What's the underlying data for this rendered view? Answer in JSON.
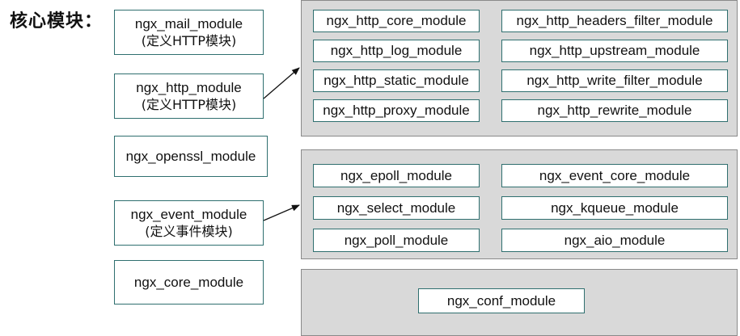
{
  "title": "核心模块：",
  "left_modules": {
    "mail": {
      "name": "ngx_mail_module",
      "desc": "(定义HTTP模块)"
    },
    "http": {
      "name": "ngx_http_module",
      "desc": "(定义HTTP模块)"
    },
    "openssl": {
      "name": "ngx_openssl_module"
    },
    "event": {
      "name": "ngx_event_module",
      "desc": "(定义事件模块)"
    },
    "core": {
      "name": "ngx_core_module"
    }
  },
  "http_group": [
    "ngx_http_core_module",
    "ngx_http_headers_filter_module",
    "ngx_http_log_module",
    "ngx_http_upstream_module",
    "ngx_http_static_module",
    "ngx_http_write_filter_module",
    "ngx_http_proxy_module",
    "ngx_http_rewrite_module"
  ],
  "event_group": [
    "ngx_epoll_module",
    "ngx_event_core_module",
    "ngx_select_module",
    "ngx_kqueue_module",
    "ngx_poll_module",
    "ngx_aio_module"
  ],
  "core_group": [
    "ngx_conf_module"
  ]
}
